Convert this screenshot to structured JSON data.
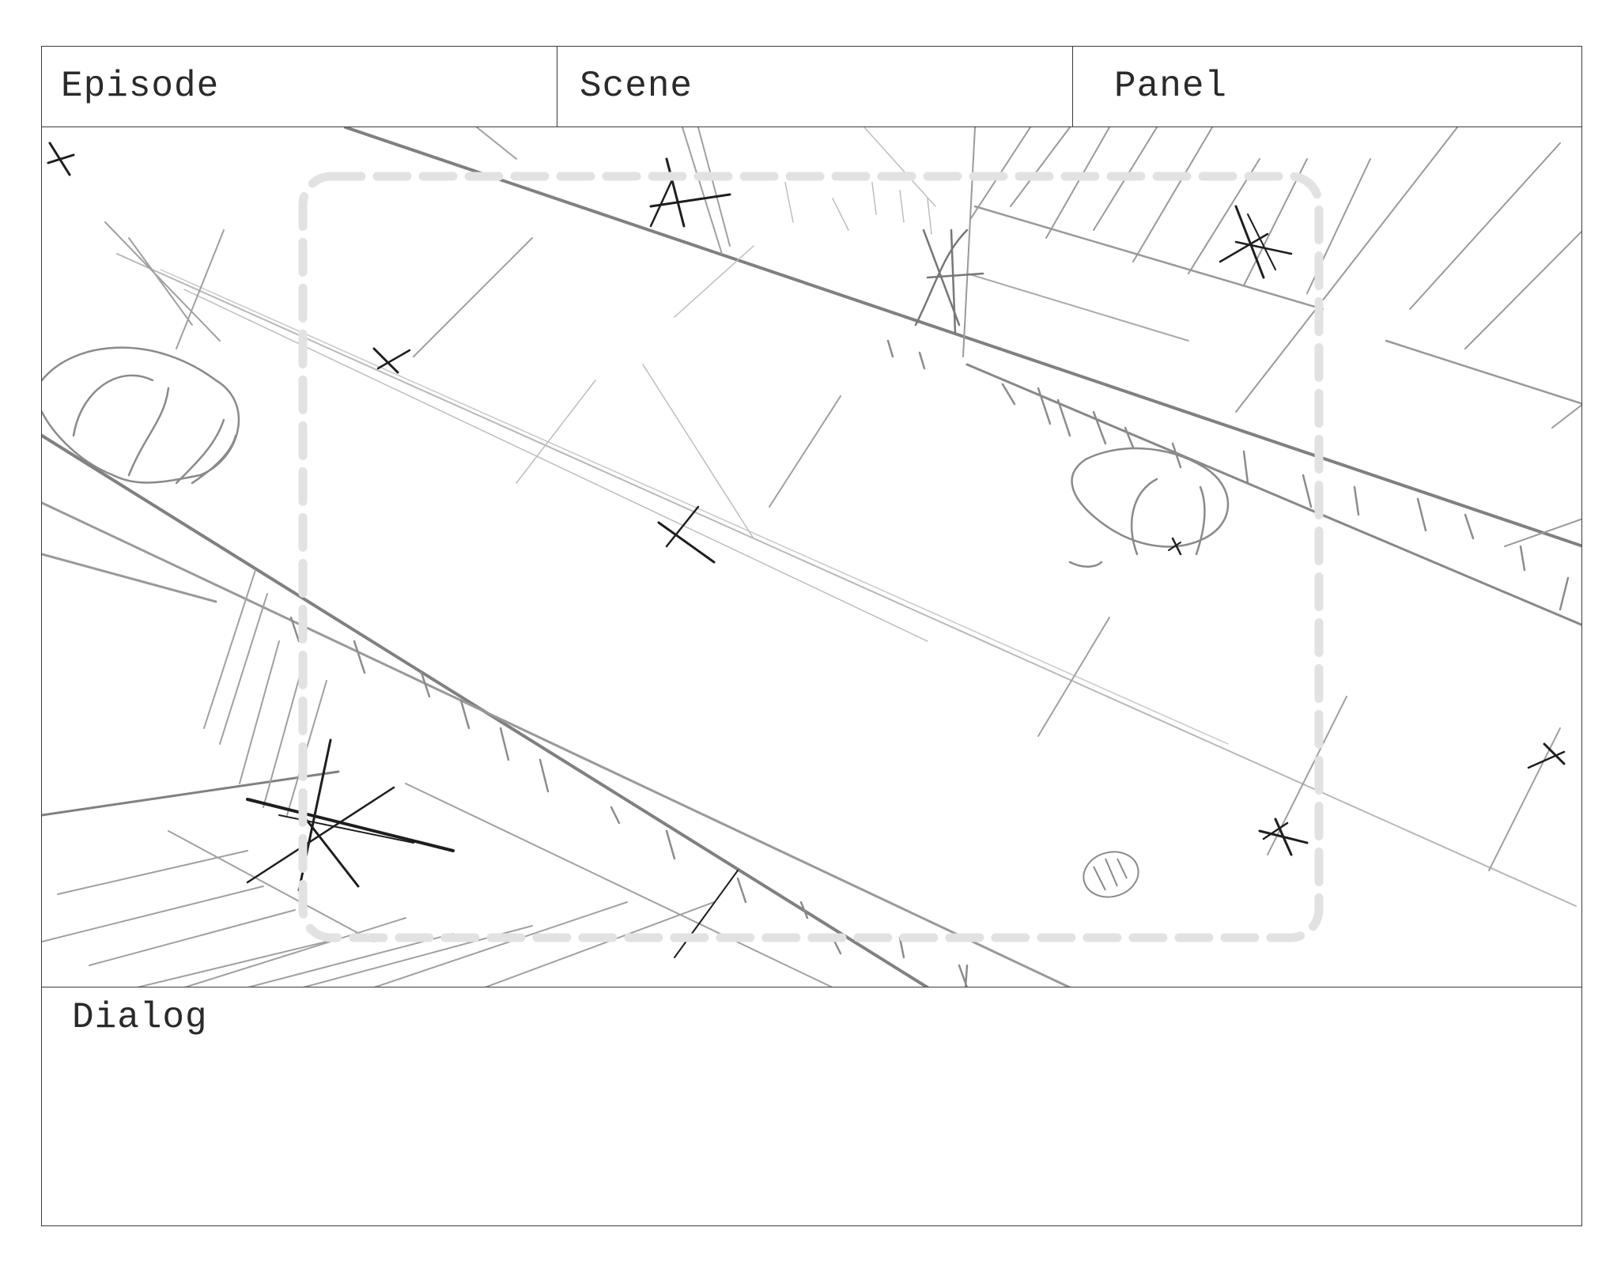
{
  "header": {
    "episode_label": "Episode",
    "scene_label": "Scene",
    "panel_label": "Panel"
  },
  "dialog": {
    "label": "Dialog",
    "text": ""
  },
  "frame": {
    "content": "sketch-drawing",
    "safe_area": "dashed-rounded-rectangle"
  },
  "colors": {
    "border": "#3a3a3a",
    "sketch_dark": "#1e1e1e",
    "sketch_mid": "#808080",
    "sketch_light": "#b0b0b0",
    "safe_area": "#e2e2e2"
  }
}
